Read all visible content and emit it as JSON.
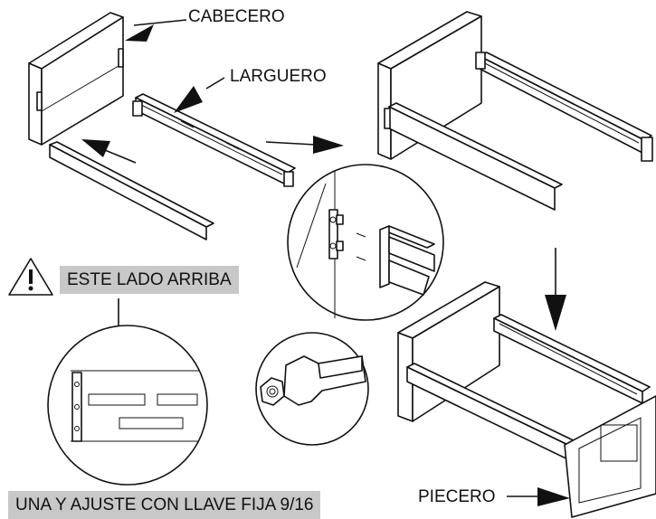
{
  "labels": {
    "headboard": "CABECERO",
    "side_rail": "LARGUERO",
    "this_side_up": "ESTE LADO ARRIBA",
    "instruction": "UNA Y AJUSTE CON LLAVE FIJA 9/16",
    "footboard": "PIECERO"
  },
  "icons": {
    "warning": "warning-triangle-icon",
    "wrench": "wrench-icon"
  },
  "colors": {
    "line": "#111111",
    "label_box": "#c8c8c8",
    "background": "#ffffff"
  }
}
